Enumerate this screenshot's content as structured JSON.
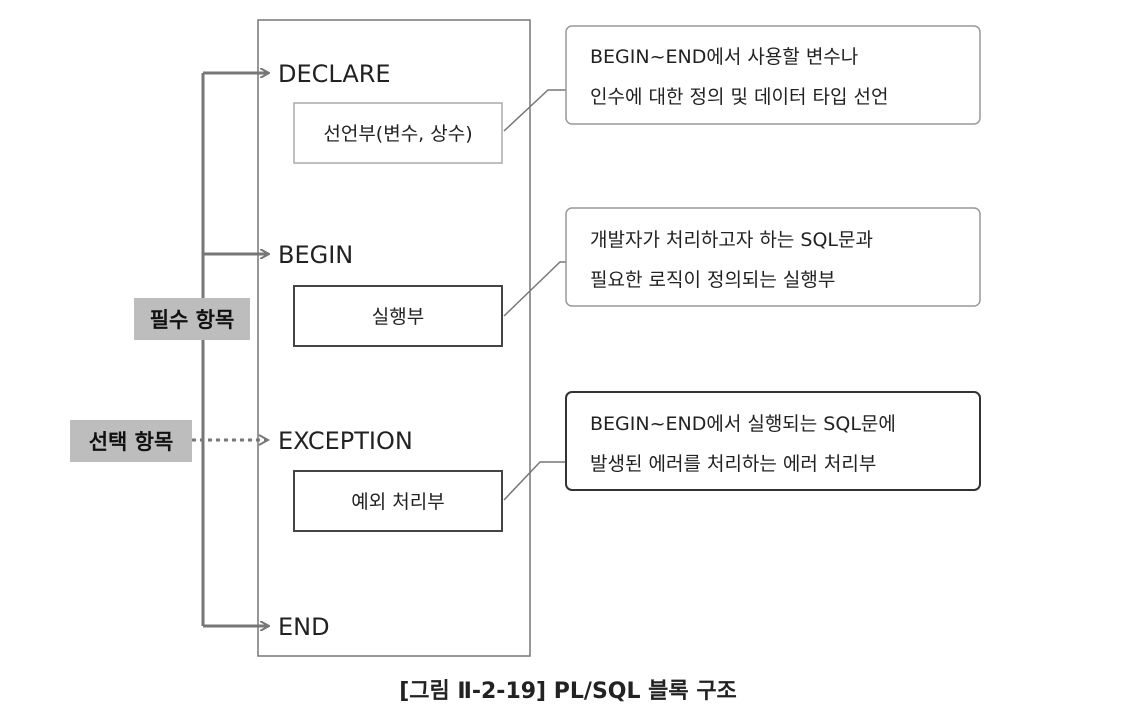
{
  "keywords": {
    "declare": "DECLARE",
    "begin": "BEGIN",
    "exception": "EXCEPTION",
    "end": "END"
  },
  "boxes": {
    "declare_section": "선언부(변수, 상수)",
    "execution_section": "실행부",
    "exception_section": "예외 처리부"
  },
  "notes": {
    "declare_note": [
      "BEGIN~END에서 사용할 변수나",
      "인수에 대한 정의 및 데이터 타입 선언"
    ],
    "begin_note": [
      "개발자가 처리하고자 하는 SQL문과",
      "필요한 로직이 정의되는 실행부"
    ],
    "exception_note": [
      "BEGIN~END에서 실행되는 SQL문에",
      "발생된 에러를 처리하는 에러 처리부"
    ]
  },
  "tags": {
    "required": "필수 항목",
    "optional": "선택 항목"
  },
  "caption": "[그림 Ⅱ-2-19] PL/SQL 블록 구조",
  "colors": {
    "line": "#777777",
    "tag_fill": "#bdbdbd",
    "box_stroke": "#444444",
    "light_box_stroke": "#aaaaaa",
    "note_stroke": "#999999"
  }
}
